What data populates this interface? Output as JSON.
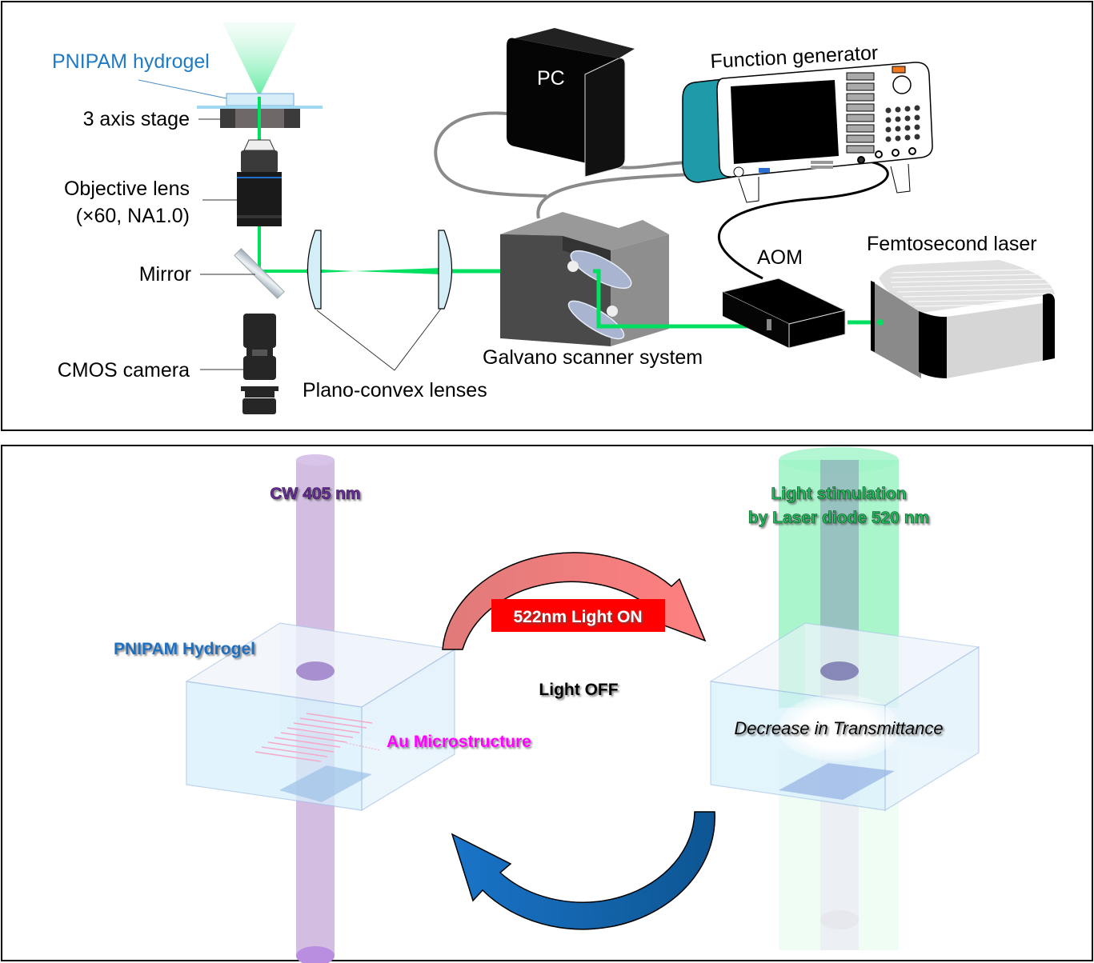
{
  "panel_a": {
    "labels": {
      "hydrogel": "PNIPAM hydrogel",
      "stage": "3 axis stage",
      "objective_line1": "Objective lens",
      "objective_line2": "(×60, NA1.0)",
      "mirror": "Mirror",
      "camera": "CMOS camera",
      "lenses": "Plano-convex lenses",
      "pc": "PC",
      "function_generator": "Function generator",
      "galvano": "Galvano scanner system",
      "aom": "AOM",
      "laser": "Femtosecond laser"
    },
    "colors": {
      "beam": "#00e060",
      "hydrogel_text": "#1f7ac4",
      "generator_side": "#1e9aa8",
      "generator_knob": "#f07a22"
    }
  },
  "panel_b": {
    "labels": {
      "cw": "CW 405 nm",
      "stim_line1": "Light stimulation",
      "stim_line2": "by Laser diode 520 nm",
      "hydrogel": "PNIPAM Hydrogel",
      "au": "Au Microstructure",
      "light_on": "522nm Light ON",
      "light_off": "Light OFF",
      "transmittance": "Decrease in Transmittance"
    },
    "colors": {
      "cw_text": "#6a2d9a",
      "stim_text": "#1fc05a",
      "hydrogel_text": "#1f6fbf",
      "au_text": "#ff00ff",
      "on_badge": "#ff0000",
      "arrow_on": "#f08080",
      "arrow_off": "#1a6fb8"
    }
  }
}
